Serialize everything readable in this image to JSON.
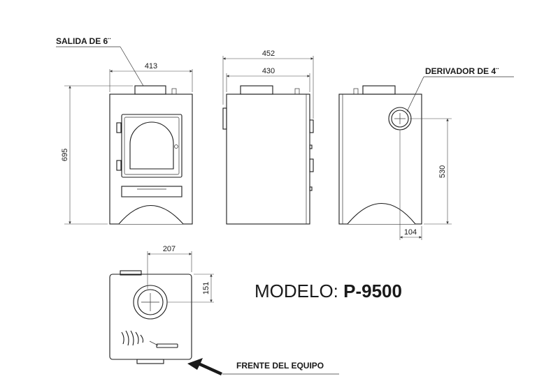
{
  "labels": {
    "salida": "SALIDA DE 6¨",
    "derivador": "DERIVADOR DE 4¨",
    "frente": "FRENTE DEL EQUIPO"
  },
  "model": {
    "prefix": "MODELO: ",
    "code": "P-9500"
  },
  "dimensions": {
    "front_width": "413",
    "height": "695",
    "side_outer": "452",
    "side_inner": "430",
    "rear_height": "530",
    "rear_offset": "104",
    "top_offset_x": "207",
    "top_offset_y": "151"
  }
}
